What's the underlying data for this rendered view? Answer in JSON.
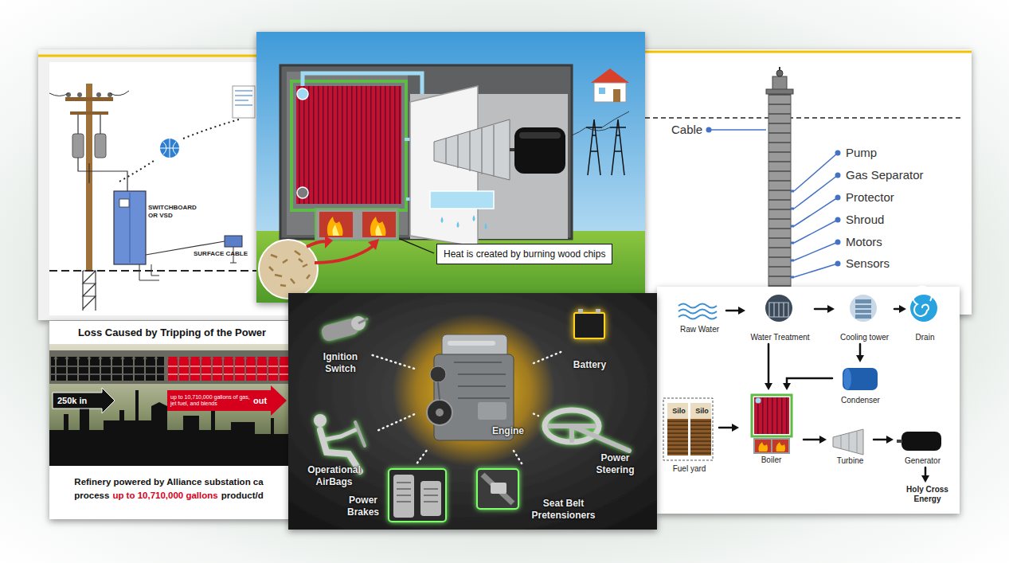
{
  "diagram": {
    "nodes": [
      {
        "text": [
          "Heat is created by burning wood chips"
        ]
      },
      {
        "text": [
          "Ignition Switch"
        ]
      },
      {
        "text": [
          "Battery"
        ]
      },
      {
        "text": [
          "Engine"
        ]
      },
      {
        "text": [
          "Operational AirBags"
        ]
      },
      {
        "text": [
          "Power Steering"
        ]
      },
      {
        "text": [
          "Power Brakes"
        ]
      },
      {
        "text": [
          "Seat Belt Pretensioners"
        ]
      },
      {
        "text": [
          "Raw Water"
        ]
      },
      {
        "text": [
          "Water Treatment"
        ]
      },
      {
        "text": [
          "Cooling tower"
        ]
      },
      {
        "text": [
          "Drain"
        ]
      },
      {
        "text": [
          "Condenser"
        ]
      },
      {
        "text": [
          "Fuel yard"
        ]
      },
      {
        "text": [
          "Silo"
        ],
        "in": 13
      },
      {
        "text": [
          "Silo"
        ],
        "in": 13
      },
      {
        "text": [
          "Boiler"
        ]
      },
      {
        "text": [
          "Turbine"
        ]
      },
      {
        "text": [
          "Generator"
        ]
      },
      {
        "text": [
          "Holy Cross Energy"
        ]
      }
    ],
    "edges": [
      {
        "from": 3,
        "to": 1,
        "arrow": "none"
      },
      {
        "from": 3,
        "to": 2,
        "arrow": "none"
      },
      {
        "from": 3,
        "to": 4,
        "arrow": "none"
      },
      {
        "from": 3,
        "to": 5,
        "arrow": "none"
      },
      {
        "from": 3,
        "to": 6,
        "arrow": "none"
      },
      {
        "from": 3,
        "to": 7,
        "arrow": "none"
      },
      {
        "from": 8,
        "to": 9,
        "arrow": "to"
      },
      {
        "from": 9,
        "to": 10,
        "arrow": "to"
      },
      {
        "from": 10,
        "to": 11,
        "arrow": "to"
      },
      {
        "from": 9,
        "to": 16,
        "arrow": "to"
      },
      {
        "from": 10,
        "to": 12,
        "arrow": "to"
      },
      {
        "from": 12,
        "to": 16,
        "arrow": "to"
      },
      {
        "from": 13,
        "to": 16,
        "arrow": "to"
      },
      {
        "from": 16,
        "to": 17,
        "arrow": "to"
      },
      {
        "from": 17,
        "to": 18,
        "arrow": "to"
      },
      {
        "from": 18,
        "to": 19,
        "arrow": "to"
      }
    ],
    "labels": [
      "SWITCHBOARD OR VSD",
      "SURFACE CABLE",
      "Cable",
      "Pump",
      "Gas Separator",
      "Protector",
      "Shroud",
      "Motors",
      "Sensors",
      "Loss Caused by Tripping of the Power",
      "250k in",
      "up to 10,710,000 gallons of gas, jet fuel, and blends",
      "out",
      "Refinery powered by Alliance substation ca",
      "process",
      "up to 10,710,000 gallons",
      "product/d"
    ]
  }
}
